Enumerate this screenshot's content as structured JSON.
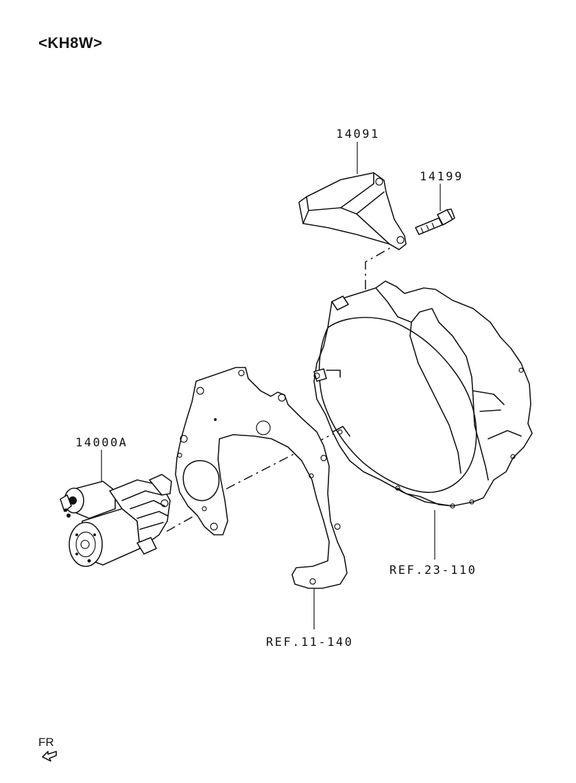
{
  "header": {
    "model_code": "<KH8W>"
  },
  "parts": [
    {
      "id": "bracket",
      "label": "14091"
    },
    {
      "id": "bolt",
      "label": "14199"
    },
    {
      "id": "starter",
      "label": "14000A"
    },
    {
      "id": "bellhousing-ref",
      "label": "REF.23-110"
    },
    {
      "id": "plate-ref",
      "label": "REF.11-140"
    }
  ],
  "orientation": {
    "label": "FR",
    "icon": "front-arrow-icon"
  }
}
